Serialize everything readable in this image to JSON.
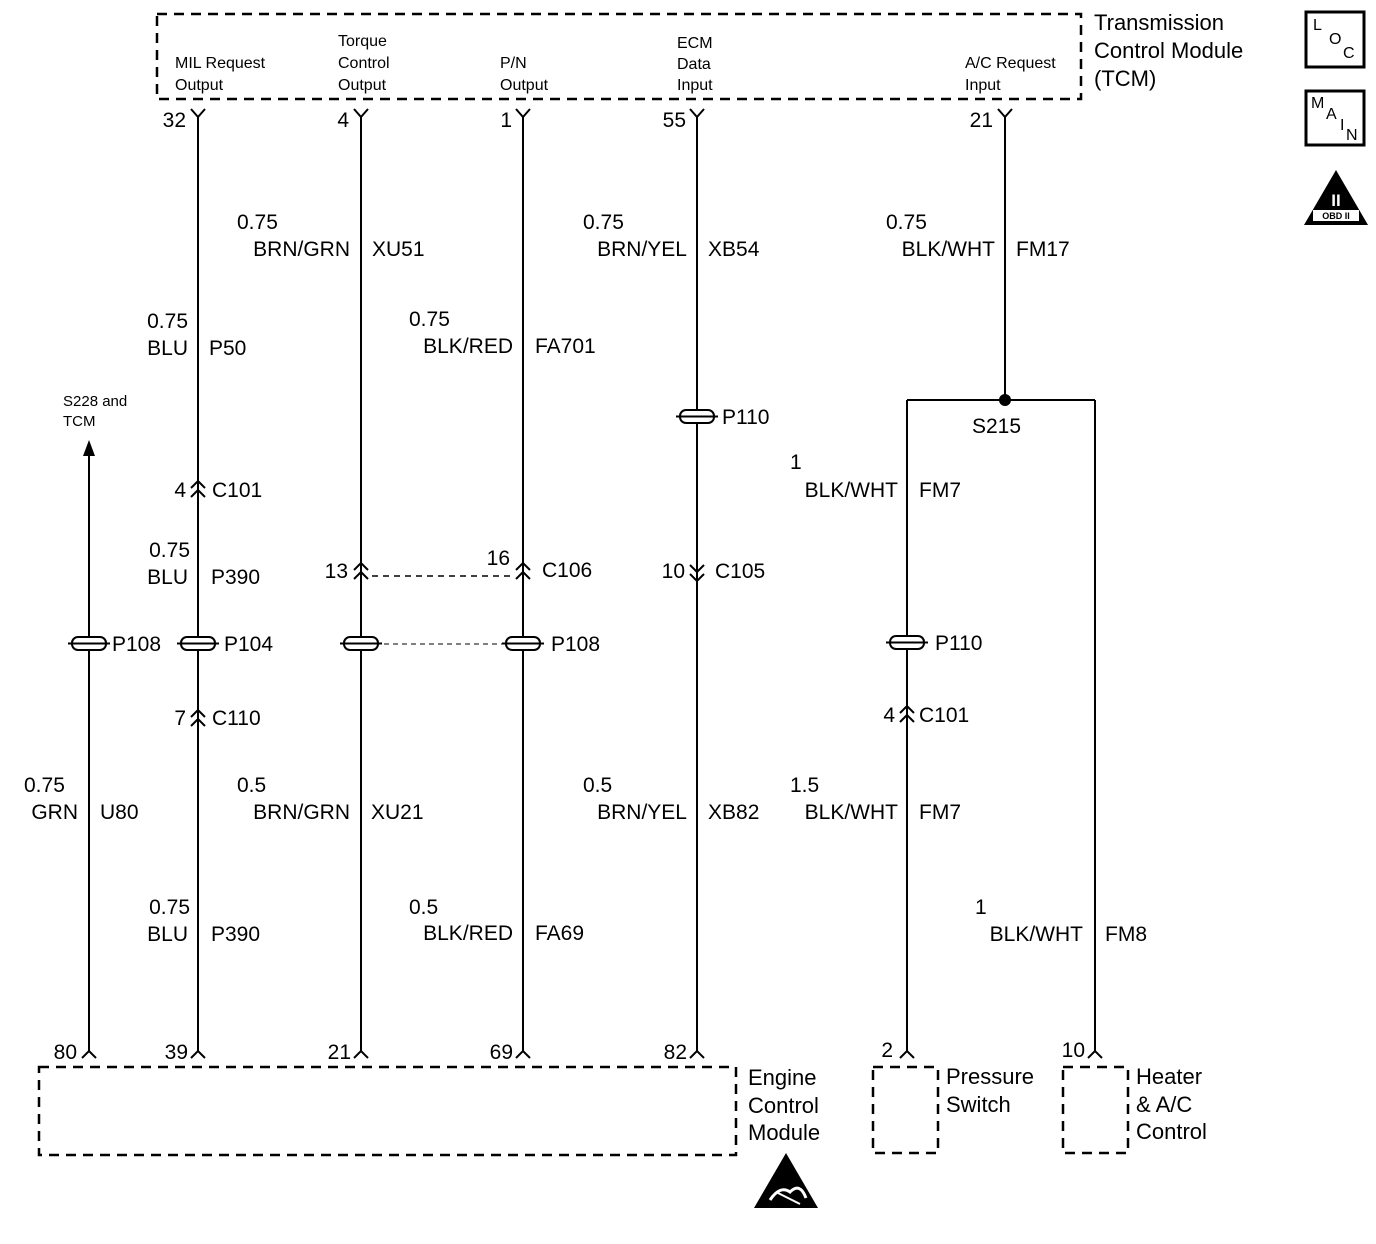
{
  "tcm": {
    "name_line1": "Transmission",
    "name_line2": "Control Module",
    "name_line3": "(TCM)",
    "pins": [
      {
        "label_l1": "MIL Request",
        "label_l2": "Output",
        "label_l3": "",
        "number": "32"
      },
      {
        "label_l1": "Torque",
        "label_l2": "Control",
        "label_l3": "Output",
        "number": "4"
      },
      {
        "label_l1": "P/N",
        "label_l2": "Output",
        "label_l3": "",
        "number": "1"
      },
      {
        "label_l1": "ECM",
        "label_l2": "Data",
        "label_l3": "Input",
        "number": "55"
      },
      {
        "label_l1": "A/C Request",
        "label_l2": "Input",
        "label_l3": "",
        "number": "21"
      }
    ]
  },
  "icons": {
    "loc": {
      "letters": [
        "L",
        "O",
        "C"
      ]
    },
    "main": {
      "letters": [
        "M",
        "A",
        "I",
        "N"
      ]
    },
    "obd": {
      "roman": "II",
      "text": "OBD II"
    }
  },
  "wires": {
    "w32_upper": {
      "gauge": "0.75",
      "color": "BLU",
      "circuit": "P50"
    },
    "w32_mid": {
      "gauge": "0.75",
      "color": "BLU",
      "circuit": "P390"
    },
    "w32_lower": {
      "gauge": "0.75",
      "color": "BLU",
      "circuit": "P390"
    },
    "w4_upper": {
      "gauge": "0.75",
      "color": "BRN/GRN",
      "circuit": "XU51"
    },
    "w4_lower": {
      "gauge": "0.5",
      "color": "BRN/GRN",
      "circuit": "XU21"
    },
    "w1_upper": {
      "gauge": "0.75",
      "color": "BLK/RED",
      "circuit": "FA701"
    },
    "w1_lower": {
      "gauge": "0.5",
      "color": "BLK/RED",
      "circuit": "FA69"
    },
    "w55_upper": {
      "gauge": "0.75",
      "color": "BRN/YEL",
      "circuit": "XB54"
    },
    "w55_lower": {
      "gauge": "0.5",
      "color": "BRN/YEL",
      "circuit": "XB82"
    },
    "w21_upper": {
      "gauge": "0.75",
      "color": "BLK/WHT",
      "circuit": "FM17"
    },
    "ws215_mid": {
      "gauge": "1",
      "color": "BLK/WHT",
      "circuit": "FM7"
    },
    "ws215_lower": {
      "gauge": "1.5",
      "color": "BLK/WHT",
      "circuit": "FM7"
    },
    "wfm8": {
      "gauge": "1",
      "color": "BLK/WHT",
      "circuit": "FM8"
    },
    "wu80": {
      "gauge": "0.75",
      "color": "GRN",
      "circuit": "U80"
    }
  },
  "offpage": {
    "line1": "S228 and",
    "line2": "TCM"
  },
  "splice": {
    "name": "S215"
  },
  "connectors": {
    "c101_left": {
      "pin": "4",
      "name": "C101"
    },
    "c110": {
      "pin": "7",
      "name": "C110"
    },
    "c106_a": {
      "pin": "13"
    },
    "c106_b": {
      "pin": "16",
      "name": "C106"
    },
    "c105": {
      "pin": "10",
      "name": "C105"
    },
    "c101_right": {
      "pin": "4",
      "name": "C101"
    }
  },
  "inline_connectors": {
    "p108_left": {
      "name": "P108"
    },
    "p104": {
      "name": "P104"
    },
    "p108_mid": {
      "name": "P108"
    },
    "p110_top": {
      "name": "P110"
    },
    "p110_right": {
      "name": "P110"
    }
  },
  "ecm": {
    "name_line1": "Engine",
    "name_line2": "Control",
    "name_line3": "Module",
    "pins": [
      "80",
      "39",
      "21",
      "69",
      "82"
    ]
  },
  "pressure_switch": {
    "line1": "Pressure",
    "line2": "Switch",
    "pin": "2"
  },
  "heater_ac": {
    "line1": "Heater",
    "line2": "& A/C",
    "line3": "Control",
    "pin": "10"
  }
}
